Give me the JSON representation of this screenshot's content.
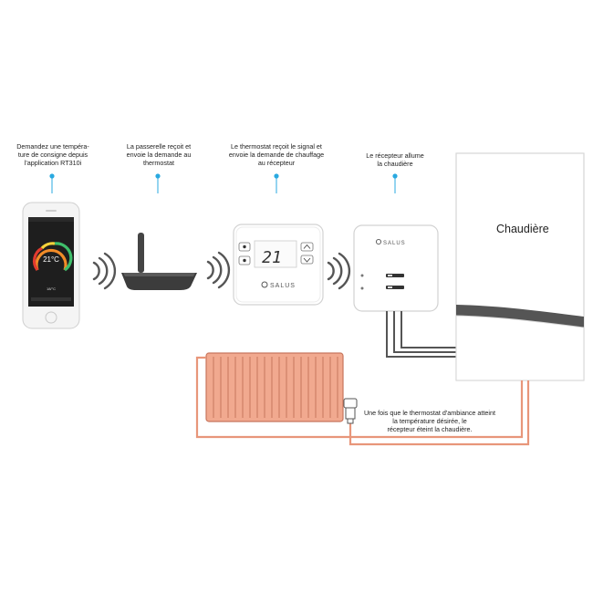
{
  "steps": [
    {
      "text": "Demandez une tempéra-\nture de consigne depuis\nl'application RT310i"
    },
    {
      "text": "La passerelle reçoit et\nenvoie la demande au\nthermostat"
    },
    {
      "text": "Le thermostat reçoit le signal et\nenvoie la demande de chauffage\nau récepteur"
    },
    {
      "text": "Le récepteur allume\nla chaudière"
    }
  ],
  "note": "Une fois que le thermostat d'ambiance atteint\nla température désirée, le\nrécepteur éteint la chaudière.",
  "boiler": {
    "label": "Chaudière"
  },
  "phone": {
    "temperature": "21°C",
    "set_temp": "18/°C"
  },
  "thermostat": {
    "display": "21",
    "brand": "SALUS"
  },
  "receiver": {
    "brand": "SALUS"
  },
  "colors": {
    "accent_dot": "#29a9e0",
    "radiator_fill": "#f1a98f",
    "pipe": "#e8967a",
    "wire": "#555555",
    "boiler_band": "#555555"
  },
  "icons": [
    "wifi-signal-icon",
    "salus-logo-icon",
    "arrow-up-icon",
    "arrow-down-icon"
  ]
}
